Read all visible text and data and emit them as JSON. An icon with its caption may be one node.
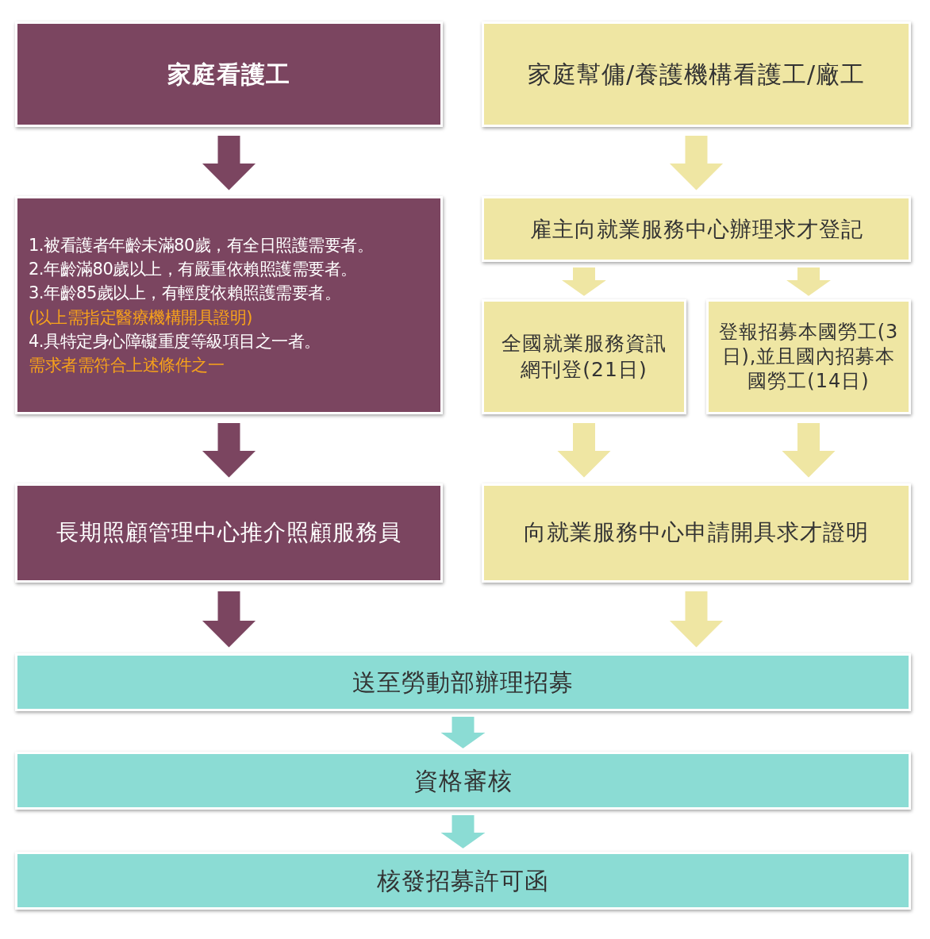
{
  "diagram": {
    "nodes": [
      {
        "text": [
          "家庭看護工"
        ]
      },
      {
        "text": [
          "家庭幫傭/養護機構看護工/廠工"
        ]
      },
      {
        "text": [
          "1.被看護者年齡未滿80歲，有全日照護需要者。",
          "2.年齡滿80歲以上，有嚴重依賴照護需要者。",
          "3.年齡85歲以上，有輕度依賴照護需要者。",
          "(以上需指定醫療機構開具證明)",
          "4.具特定身心障礙重度等級項目之一者。",
          "需求者需符合上述條件之一"
        ]
      },
      {
        "text": [
          "雇主向就業服務中心辦理求才登記"
        ]
      },
      {
        "text": [
          "全國就業服務資訊網刊登(21日)"
        ]
      },
      {
        "text": [
          "登報招募本國勞工(3日),並且國內招募本國勞工(14日)"
        ]
      },
      {
        "text": [
          "長期照顧管理中心推介照顧服務員"
        ]
      },
      {
        "text": [
          "向就業服務中心申請開具求才證明"
        ]
      },
      {
        "text": [
          "送至勞動部辦理招募"
        ]
      },
      {
        "text": [
          "資格審核"
        ]
      },
      {
        "text": [
          "核發招募許可函"
        ]
      }
    ],
    "edges": [
      {
        "from": 0,
        "to": 2,
        "arrow": "to",
        "color": "#7b4560"
      },
      {
        "from": 1,
        "to": 3,
        "arrow": "to"
      },
      {
        "from": 3,
        "to": 4,
        "arrow": "to"
      },
      {
        "from": 3,
        "to": 5,
        "arrow": "to"
      },
      {
        "from": 2,
        "to": 6,
        "arrow": "to",
        "color": "#7b4560"
      },
      {
        "from": 4,
        "to": 7,
        "arrow": "to"
      },
      {
        "from": 5,
        "to": 7,
        "arrow": "to"
      },
      {
        "from": 6,
        "to": 8,
        "arrow": "to",
        "color": "#7b4560"
      },
      {
        "from": 7,
        "to": 8,
        "arrow": "to"
      },
      {
        "from": 8,
        "to": 9,
        "arrow": "to",
        "color": "#8bdcd4"
      },
      {
        "from": 9,
        "to": 10,
        "arrow": "to",
        "color": "#8bdcd4"
      }
    ]
  }
}
